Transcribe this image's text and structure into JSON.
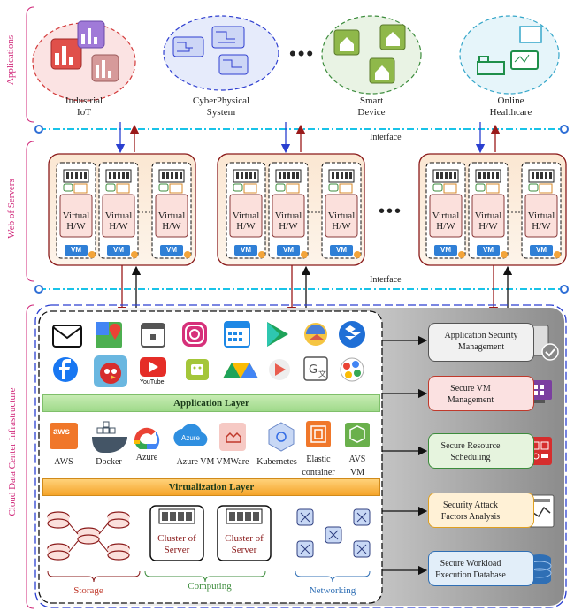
{
  "sections": {
    "applications": "Applications",
    "web_of_servers": "Web of Servers",
    "cloud_infra": "Cloud Data Center Infrastructure"
  },
  "applications": [
    {
      "label": "Industrial\nIoT",
      "color": "#d33a3a",
      "fill": "#fbe3e3"
    },
    {
      "label": "CyberPhysical\nSystem",
      "color": "#2f3fd0",
      "fill": "#e6ebfb"
    },
    {
      "label": "Smart\nDevice",
      "color": "#3c8c3c",
      "fill": "#e9f3e4"
    },
    {
      "label": "Online\nHealthcare",
      "color": "#35a6c9",
      "fill": "#e6f5fa"
    }
  ],
  "ellipsis": "•••",
  "interface_label": "Interface",
  "server_groups": [
    {
      "units": [
        {
          "hw": "Virtual\nH/W",
          "vm": "VM"
        },
        {
          "hw": "Virtual\nH/W",
          "vm": "VM"
        },
        {
          "hw": "Virtual\nH/W",
          "vm": "VM"
        }
      ]
    },
    {
      "units": [
        {
          "hw": "Virtual\nH/W",
          "vm": "VM"
        },
        {
          "hw": "Virtual\nH/W",
          "vm": "VM"
        },
        {
          "hw": "Virtual\nH/W",
          "vm": "VM"
        }
      ]
    },
    {
      "units": [
        {
          "hw": "Virtual\nH/W",
          "vm": "VM"
        },
        {
          "hw": "Virtual\nH/W",
          "vm": "VM"
        },
        {
          "hw": "Virtual\nH/W",
          "vm": "VM"
        }
      ]
    }
  ],
  "application_layer": "Application Layer",
  "virtualization_layer": "Virtualization Layer",
  "app_icons_row1": [
    "mail-icon",
    "maps-icon",
    "calendar-icon",
    "instagram-icon",
    "planner-icon",
    "play-store-icon",
    "photos-icon",
    "dropbox-icon"
  ],
  "app_icons_row2": [
    "facebook-icon",
    "angry-birds-icon",
    "youtube-icon",
    "android-icon",
    "drive-icon",
    "play-icon",
    "translate-icon",
    "gallery-icon"
  ],
  "youtube_text": "YouTube",
  "platforms": [
    {
      "label": "AWS"
    },
    {
      "label": "Docker"
    },
    {
      "label": "Azure"
    },
    {
      "label": "Azure VM"
    },
    {
      "label": "VMWare"
    },
    {
      "label": "Kubernetes"
    },
    {
      "label": "Elastic\ncontainer"
    },
    {
      "label": "AVS\nVM"
    }
  ],
  "azure_icon_text": "Azure",
  "aws_icon_text": "aws",
  "clusters": [
    {
      "label": "Cluster of\nServer"
    },
    {
      "label": "Cluster of\nServer"
    }
  ],
  "bottom_labels": {
    "storage": "Storage",
    "computing": "Computing",
    "networking": "Networking"
  },
  "security_boxes": [
    {
      "label": "Application Security\nManagement",
      "fill": "#f1f1f1",
      "border": "#555555"
    },
    {
      "label": "Secure VM\nManagement",
      "fill": "#fbe1e1",
      "border": "#c0392b"
    },
    {
      "label": "Secure Resource\nScheduling",
      "fill": "#e6f4de",
      "border": "#3c8c3c"
    },
    {
      "label": "Security Attack\nFactors Analysis",
      "fill": "#fff1d6",
      "border": "#e0a020"
    },
    {
      "label": "Secure Workload\nExecution Database",
      "fill": "#e2eef9",
      "border": "#2f6fb5"
    }
  ]
}
